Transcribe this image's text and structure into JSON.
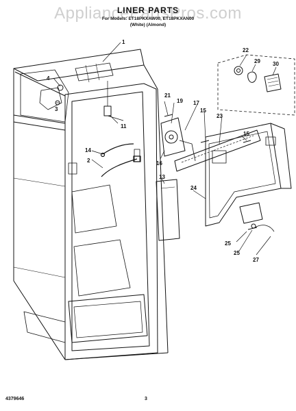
{
  "header": {
    "title": "LINER PARTS",
    "subtitle": "For Models: ET18PKXAW00, ET18PKXAN00",
    "colors": "(White)      (Almond)"
  },
  "watermark": "AppliancePartsPros.com",
  "callouts": [
    "1",
    "2",
    "3",
    "4",
    "11",
    "13",
    "14",
    "15",
    "15",
    "16",
    "17",
    "19",
    "21",
    "22",
    "23",
    "24",
    "25",
    "25",
    "27",
    "29",
    "30"
  ],
  "footer": {
    "part_number": "4379646",
    "page_number": "3"
  }
}
